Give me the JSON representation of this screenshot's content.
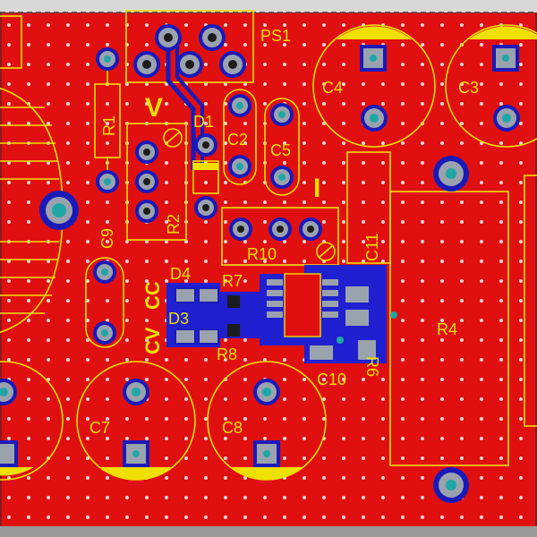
{
  "board": {
    "background": "#e01010",
    "silkscreen_color": "#f0e000",
    "pad_color": "#9aa2ad",
    "via_ring_color": "#1010c8",
    "hole_color": "#1fa6a6",
    "mask_color": "#2020d0"
  },
  "labels": {
    "ps1": "PS1",
    "r1": "R1",
    "v": "V",
    "d1": "D1",
    "c2": "C2",
    "c5": "C5",
    "c4": "C4",
    "c3": "C3",
    "r2": "R2",
    "i": "I",
    "c9": "C9",
    "r10": "R10",
    "c11": "C11",
    "d4": "D4",
    "r7": "R7",
    "cc": "CC",
    "cv": "CV",
    "d3": "D3",
    "r8": "R8",
    "c10": "C10",
    "r6": "R6",
    "r4": "R4",
    "c7": "C7",
    "c8": "C8"
  }
}
